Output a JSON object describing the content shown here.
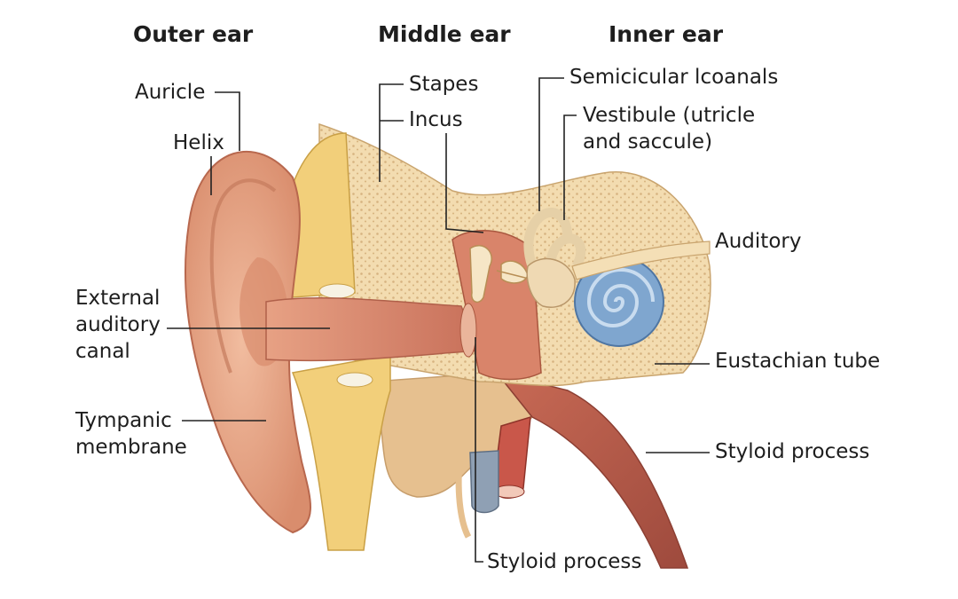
{
  "headers": {
    "outer": "Outer ear",
    "middle": "Middle ear",
    "inner": "Inner ear"
  },
  "labels": {
    "auricle": "Auricle",
    "helix": "Helix",
    "external_canal": [
      "External",
      "auditory",
      "canal"
    ],
    "tympanic": [
      "Tympanic",
      "membrane"
    ],
    "stapes": "Stapes",
    "incus": "Incus",
    "semicircular": "Semicicular lcoanals",
    "vestibule": [
      "Vestibule (utricle",
      "and saccule)"
    ],
    "auditory": "Auditory",
    "eustachian": "Eustachian tube",
    "styloid_right": "Styloid process",
    "styloid_bottom": "Styloid process"
  },
  "colors": {
    "skin": "#e9a98a",
    "skin_dark": "#c97a5e",
    "bone": "#f3dcb0",
    "fat": "#f2cf7a",
    "canal": "#d9846a",
    "cochlea": "#7fa6cf",
    "vein": "#8fa0b4",
    "artery": "#c9574a"
  }
}
